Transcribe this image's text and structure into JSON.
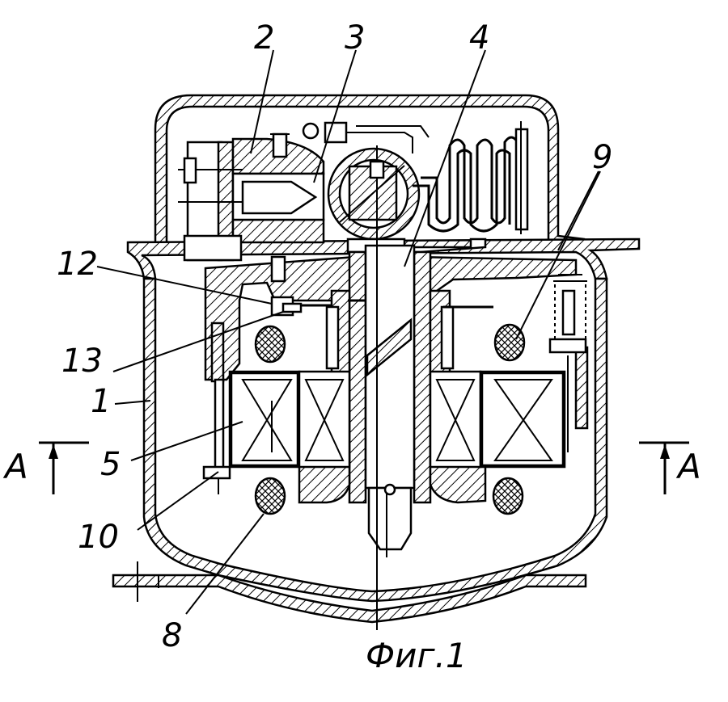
{
  "figure": {
    "caption": "Фиг.1",
    "section_left": "A",
    "section_right": "A"
  },
  "labels": [
    {
      "id": "1",
      "text": "1"
    },
    {
      "id": "2",
      "text": "2"
    },
    {
      "id": "3",
      "text": "3"
    },
    {
      "id": "4",
      "text": "4"
    },
    {
      "id": "5",
      "text": "5"
    },
    {
      "id": "8",
      "text": "8"
    },
    {
      "id": "9",
      "text": "9"
    },
    {
      "id": "10",
      "text": "10"
    },
    {
      "id": "12",
      "text": "12"
    },
    {
      "id": "13",
      "text": "13"
    }
  ],
  "colors": {
    "ink": "#000000",
    "paper": "#ffffff"
  }
}
